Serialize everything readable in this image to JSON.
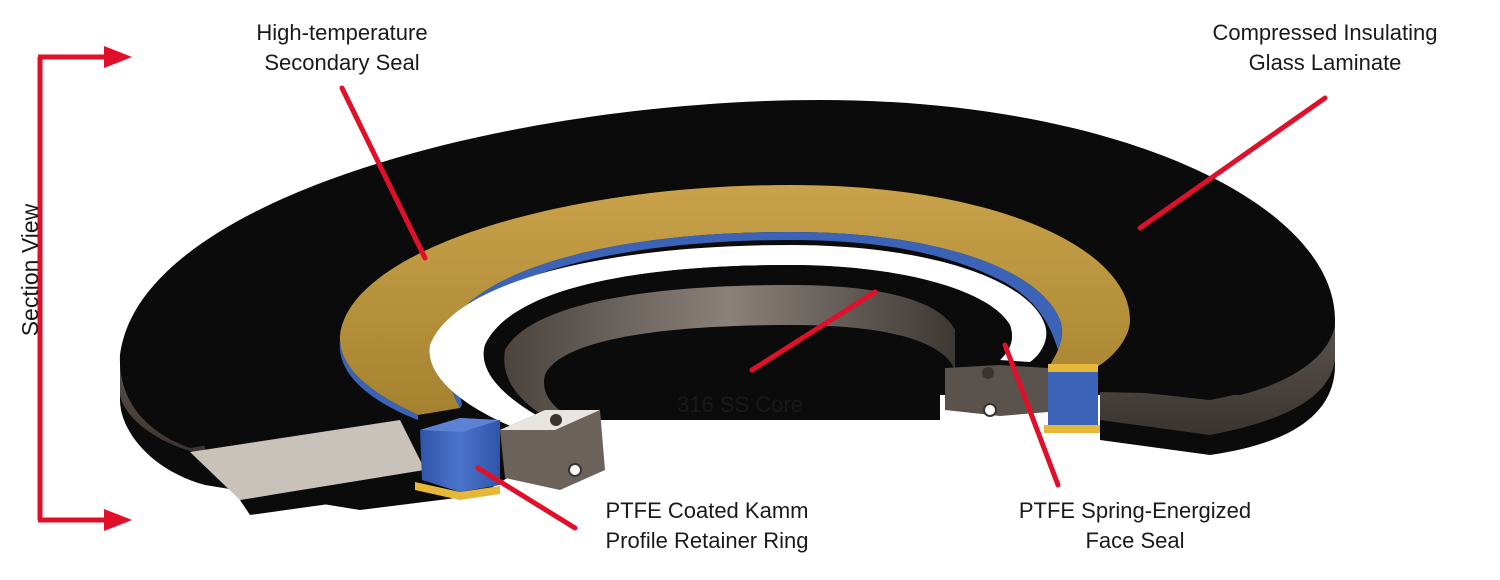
{
  "labels": {
    "high_temp_seal": [
      "High-temperature",
      "Secondary Seal"
    ],
    "insulating_laminate": [
      "Compressed Insulating",
      "Glass Laminate"
    ],
    "core": "316 SS Core",
    "kamm_ring": [
      "PTFE Coated Kamm",
      "Profile Retainer Ring"
    ],
    "face_seal": [
      "PTFE Spring-Energized",
      "Face Seal"
    ],
    "section_view": "Section View"
  },
  "colors": {
    "laminate": "#0b0b0b",
    "laminate_side": "#4a4440",
    "secondary_seal": "#b8933c",
    "seal_edge": "#e6b83a",
    "ptfe_blue": "#3b63b8",
    "core_steel": "#6b625c",
    "white_gap": "#ffffff",
    "callout_red": "#e0102a",
    "bracket_red": "#e0102a",
    "cut_face_light": "#c8c2ba"
  }
}
